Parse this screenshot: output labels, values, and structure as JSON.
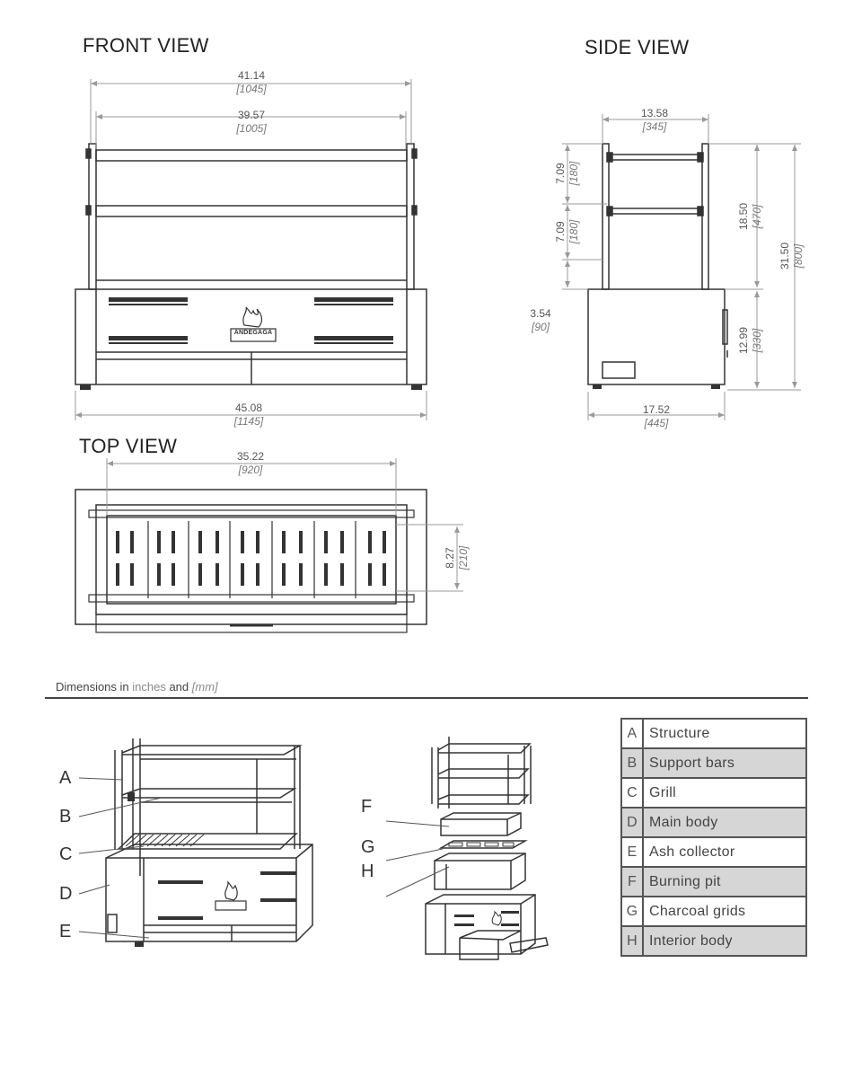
{
  "views": {
    "front_title": "FRONT VIEW",
    "side_title": "SIDE VIEW",
    "top_title": "TOP VIEW"
  },
  "front_dims": {
    "overall_top": {
      "in": "41.14",
      "mm": "[1045]"
    },
    "inner_top": {
      "in": "39.57",
      "mm": "[1005]"
    },
    "base_width": {
      "in": "45.08",
      "mm": "[1145]"
    }
  },
  "front_logo": "ANDEGAGA",
  "side_dims": {
    "top_width": {
      "in": "13.58",
      "mm": "[345]"
    },
    "shelf_spacing_1": {
      "in": "7.09",
      "mm": "[180]"
    },
    "shelf_spacing_2": {
      "in": "7.09",
      "mm": "[180]"
    },
    "upper_height": {
      "in": "18.50",
      "mm": "[470]"
    },
    "total_height": {
      "in": "31.50",
      "mm": "[800]"
    },
    "gap": {
      "in": "3.54",
      "mm": "[90]"
    },
    "body_height": {
      "in": "12.99",
      "mm": "[330]"
    },
    "base_width": {
      "in": "17.52",
      "mm": "[445]"
    }
  },
  "top_dims": {
    "grill_width": {
      "in": "35.22",
      "mm": "[920]"
    },
    "grill_depth": {
      "in": "8.27",
      "mm": "[210]"
    }
  },
  "note": {
    "prefix": "Dimensions in ",
    "inches": "inches",
    "and": " and ",
    "mm": "[mm]"
  },
  "callouts_left": [
    "A",
    "B",
    "C",
    "D",
    "E"
  ],
  "callouts_mid": [
    "F",
    "G",
    "H"
  ],
  "legend": [
    {
      "letter": "A",
      "label": "Structure",
      "shaded": false
    },
    {
      "letter": "B",
      "label": "Support bars",
      "shaded": true
    },
    {
      "letter": "C",
      "label": "Grill",
      "shaded": false
    },
    {
      "letter": "D",
      "label": "Main body",
      "shaded": true
    },
    {
      "letter": "E",
      "label": "Ash collector",
      "shaded": false
    },
    {
      "letter": "F",
      "label": "Burning pit",
      "shaded": true
    },
    {
      "letter": "G",
      "label": "Charcoal grids",
      "shaded": false
    },
    {
      "letter": "H",
      "label": "Interior body",
      "shaded": true
    }
  ],
  "colors": {
    "line": "#333333",
    "dim_line": "#999999",
    "shade": "#d6d6d6"
  }
}
